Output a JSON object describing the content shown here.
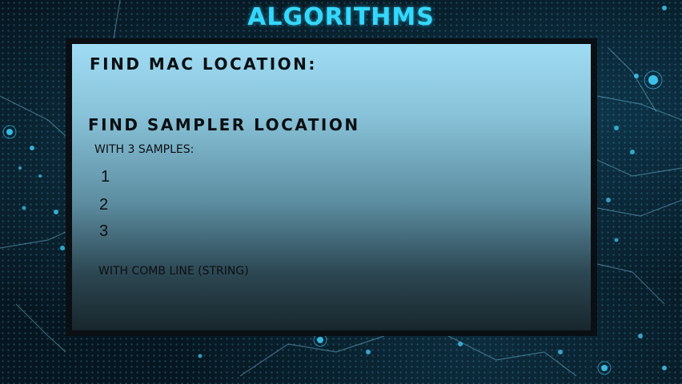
{
  "title": "ALGORITHMS",
  "panel": {
    "heading_mac": "FIND MAC LOCATION:",
    "heading_sampler": "FIND SAMPLER LOCATION",
    "with_samples": "WITH 3 SAMPLES:",
    "sample_list": [
      "1",
      "2",
      "3"
    ],
    "comb_line": "WITH COMB LINE (STRING)"
  },
  "colors": {
    "title": "#34d8ff",
    "panel_top": "#9fdcf4",
    "panel_bottom": "#18262c",
    "border": "#0a0f13",
    "map_glow": "#3fd2ff"
  }
}
